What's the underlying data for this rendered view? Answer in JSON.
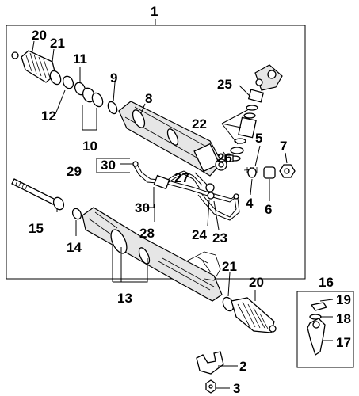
{
  "callouts": {
    "c1": "1",
    "c2": "2",
    "c3": "3",
    "c4": "4",
    "c5": "5",
    "c6": "6",
    "c7": "7",
    "c8": "8",
    "c9": "9",
    "c10": "10",
    "c11": "11",
    "c12": "12",
    "c13": "13",
    "c14": "14",
    "c15": "15",
    "c16": "16",
    "c17": "17",
    "c18": "18",
    "c19": "19",
    "c20a": "20",
    "c20b": "20",
    "c21a": "21",
    "c21b": "21",
    "c22": "22",
    "c23": "23",
    "c24": "24",
    "c25": "25",
    "c26": "26",
    "c27": "27",
    "c28": "28",
    "c29": "29",
    "c30a": "30",
    "c30b": "30"
  }
}
